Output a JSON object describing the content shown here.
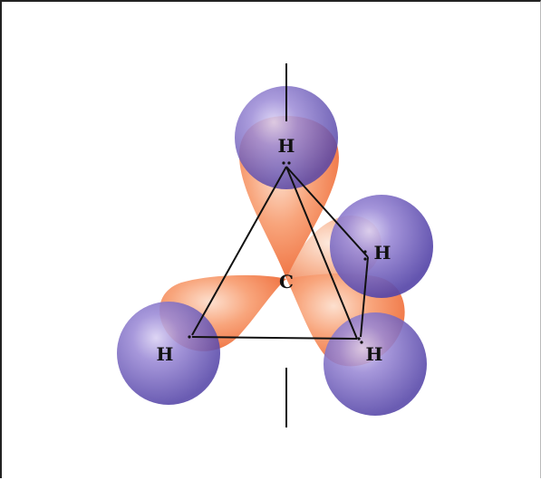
{
  "diagram": {
    "center_atom": "C",
    "hydrogens": [
      {
        "id": "top",
        "label": "H"
      },
      {
        "id": "back-right",
        "label": "H"
      },
      {
        "id": "bottom-left",
        "label": "H"
      },
      {
        "id": "bottom-right",
        "label": "H"
      }
    ],
    "colors": {
      "orbital_lobe": "#f58a5c",
      "hydrogen_sphere": "#7d6ac2",
      "bond_line": "#111111",
      "frame_border": "#222222"
    }
  }
}
